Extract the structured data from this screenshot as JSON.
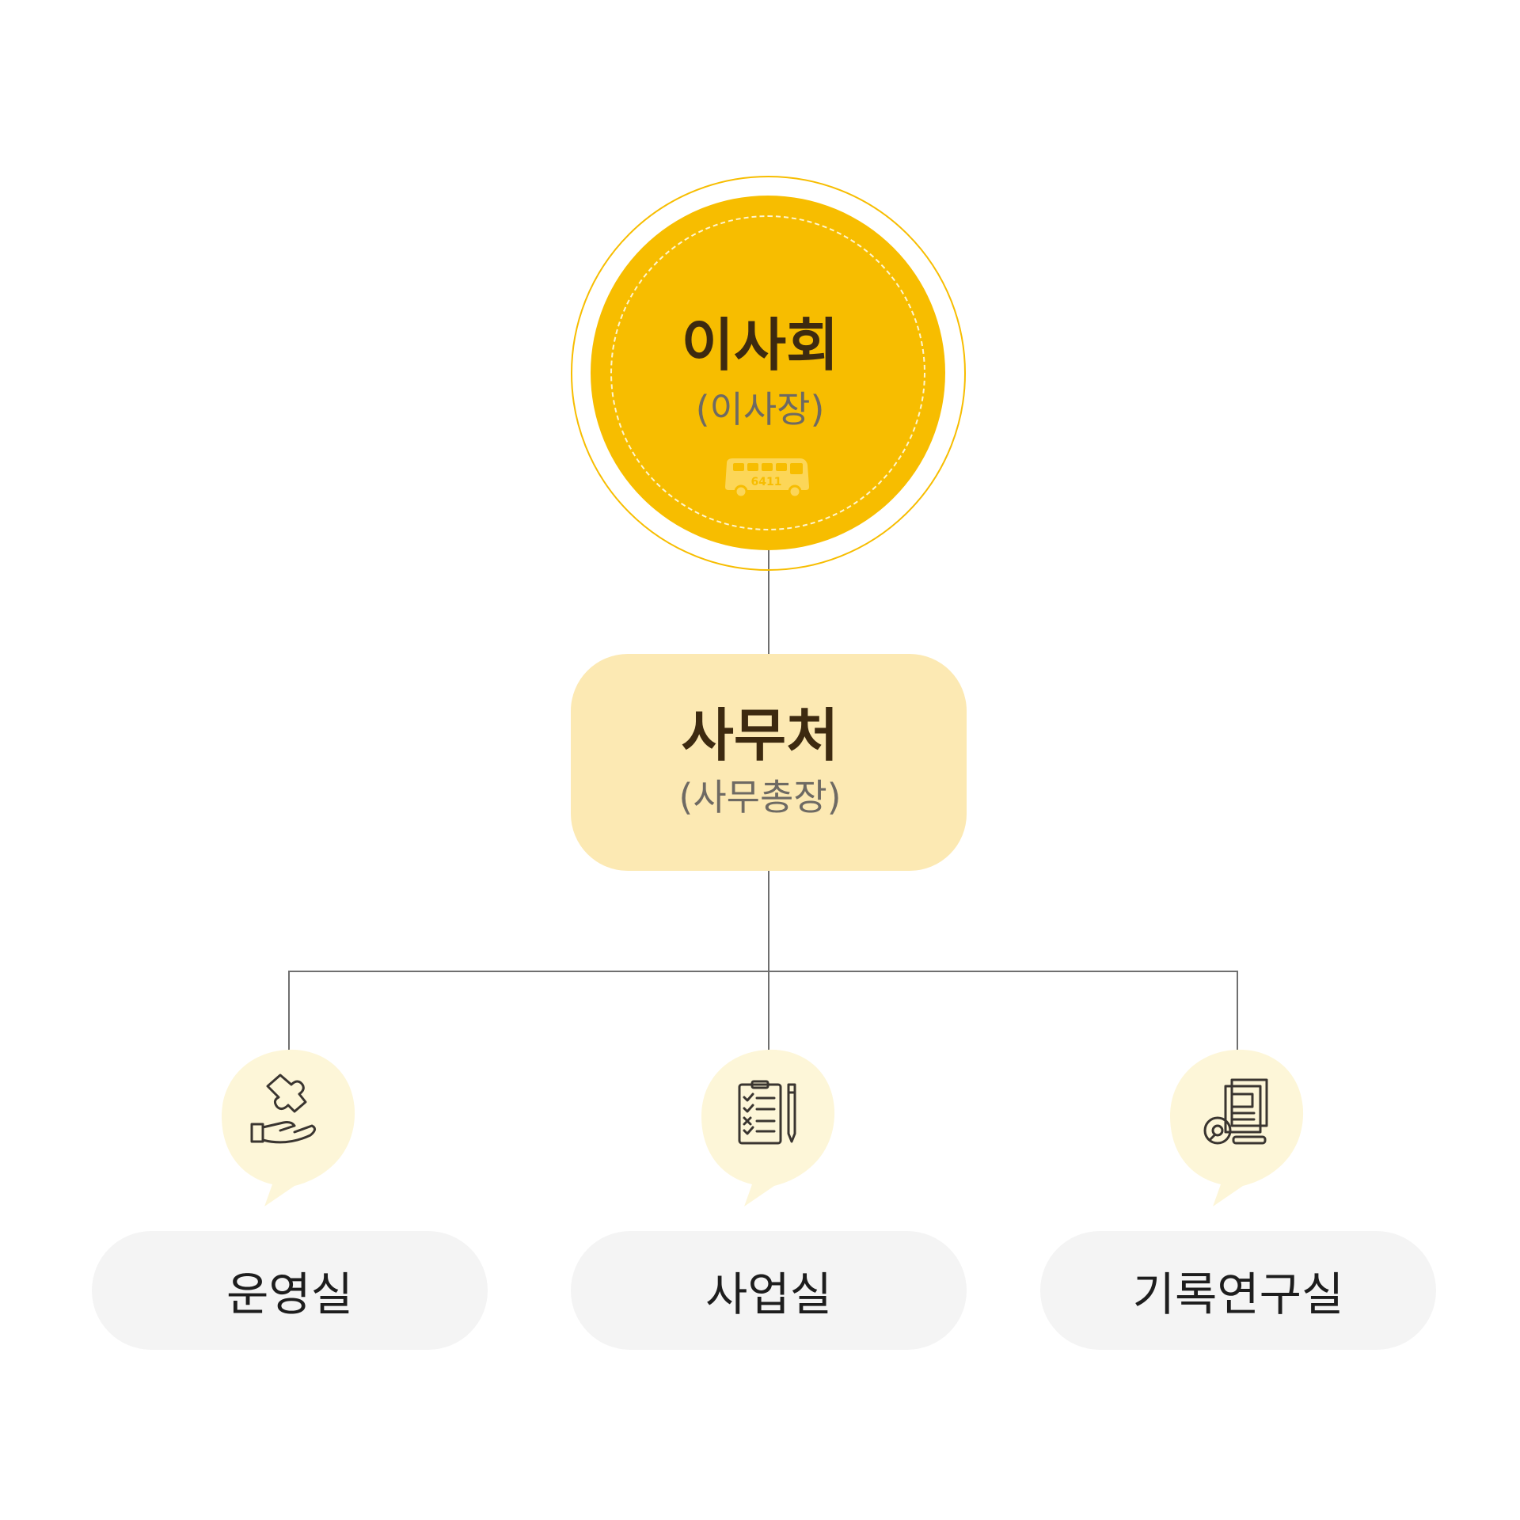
{
  "board": {
    "title": "이사회",
    "subtitle": "(이사장)",
    "bus_number": "6411",
    "color": "#f7bd00"
  },
  "secretariat": {
    "title": "사무처",
    "subtitle": "(사무총장)",
    "color": "#fce9b3"
  },
  "departments": [
    {
      "label": "운영실",
      "icon": "hand-puzzle-icon"
    },
    {
      "label": "사업실",
      "icon": "checklist-clipboard-icon"
    },
    {
      "label": "기록연구실",
      "icon": "documents-search-icon"
    }
  ],
  "colors": {
    "title_text": "#3d2a10",
    "subtitle_text": "#6e6a63",
    "connector": "#6f6f6f",
    "pill_bg": "#f4f4f4",
    "icon_blob": "#fdf6d8"
  }
}
